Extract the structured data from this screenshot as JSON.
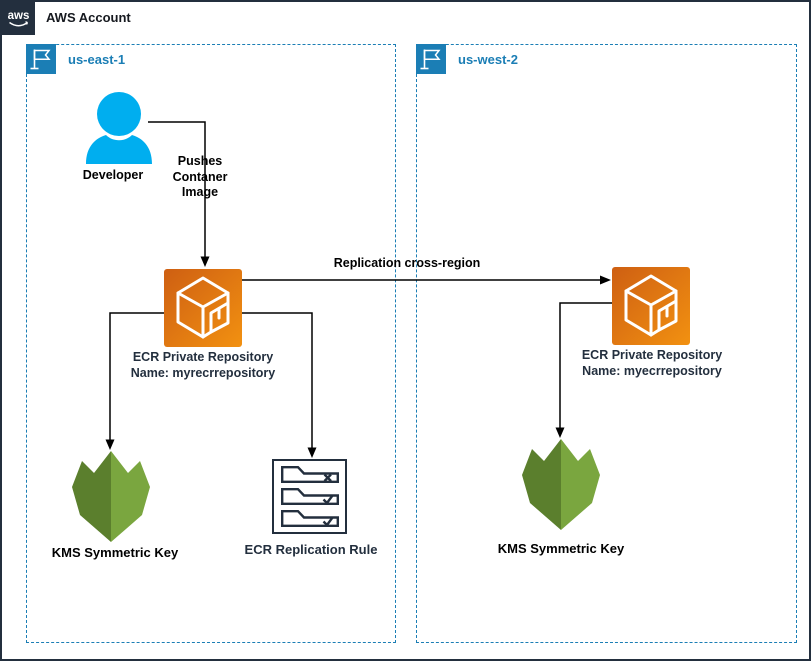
{
  "account": {
    "title": "AWS Account",
    "logo_text": "aws"
  },
  "regions": [
    {
      "name": "us-east-1"
    },
    {
      "name": "us-west-2"
    }
  ],
  "nodes": {
    "developer": {
      "label": "Developer"
    },
    "ecr_east": {
      "title": "ECR Private Repository",
      "subtitle": "Name: myrecrrepository"
    },
    "kms_east": {
      "label": "KMS Symmetric Key"
    },
    "replication_rule": {
      "label": "ECR Replication Rule"
    },
    "ecr_west": {
      "title": "ECR Private Repository",
      "subtitle": "Name: myecrrepository"
    },
    "kms_west": {
      "label": "KMS Symmetric Key"
    }
  },
  "edges": {
    "push_image": {
      "label": "Pushes Contaner Image"
    },
    "cross_region": {
      "label": "Replication cross-region"
    }
  },
  "colors": {
    "outline_navy": "#232F3E",
    "region_blue": "#1B7EB5",
    "developer_cyan": "#00AEEF",
    "ecr_orange_dark": "#CE5F12",
    "ecr_orange_light": "#F29111",
    "kms_green_dark": "#5B7F2D",
    "kms_green_light": "#7AA63F",
    "connector_black": "#000000"
  }
}
